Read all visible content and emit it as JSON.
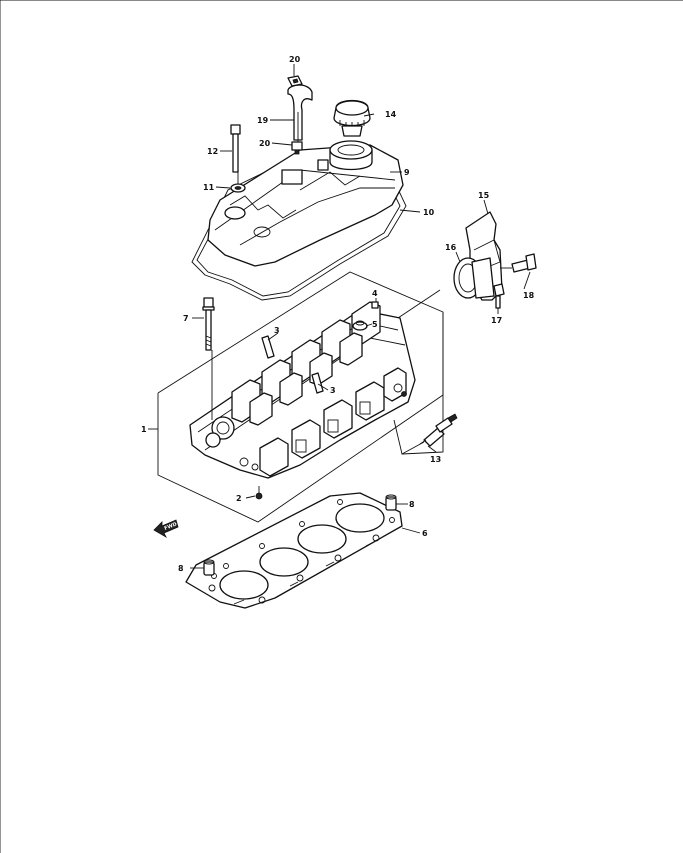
{
  "diagram": {
    "front_arrow_text": "FWD",
    "callouts": {
      "c1": "1",
      "c2": "2",
      "c3a": "3",
      "c3b": "3",
      "c4": "4",
      "c5": "5",
      "c6": "6",
      "c7": "7",
      "c8a": "8",
      "c8b": "8",
      "c9": "9",
      "c10": "10",
      "c11": "11",
      "c12": "12",
      "c13": "13",
      "c14": "14",
      "c15": "15",
      "c16": "16",
      "c17": "17",
      "c18": "18",
      "c19": "19",
      "c20a": "20",
      "c20b": "20"
    }
  },
  "colors": {
    "ink": "#111111",
    "paper": "#ffffff"
  }
}
